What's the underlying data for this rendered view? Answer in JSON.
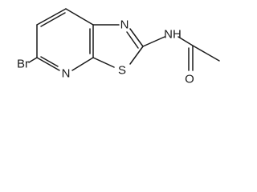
{
  "molecule": {
    "atoms": {
      "bromine": "Br",
      "pyridine_nitrogen": "N",
      "sulfur": "S",
      "thiazole_nitrogen": "N",
      "amide_nitrogen": "N",
      "amide_hydrogen": "H",
      "carbonyl_oxygen": "O"
    },
    "colors": {
      "bond": "#1a1a1a",
      "label": "#1a1a1a",
      "background": "#ffffff"
    }
  }
}
